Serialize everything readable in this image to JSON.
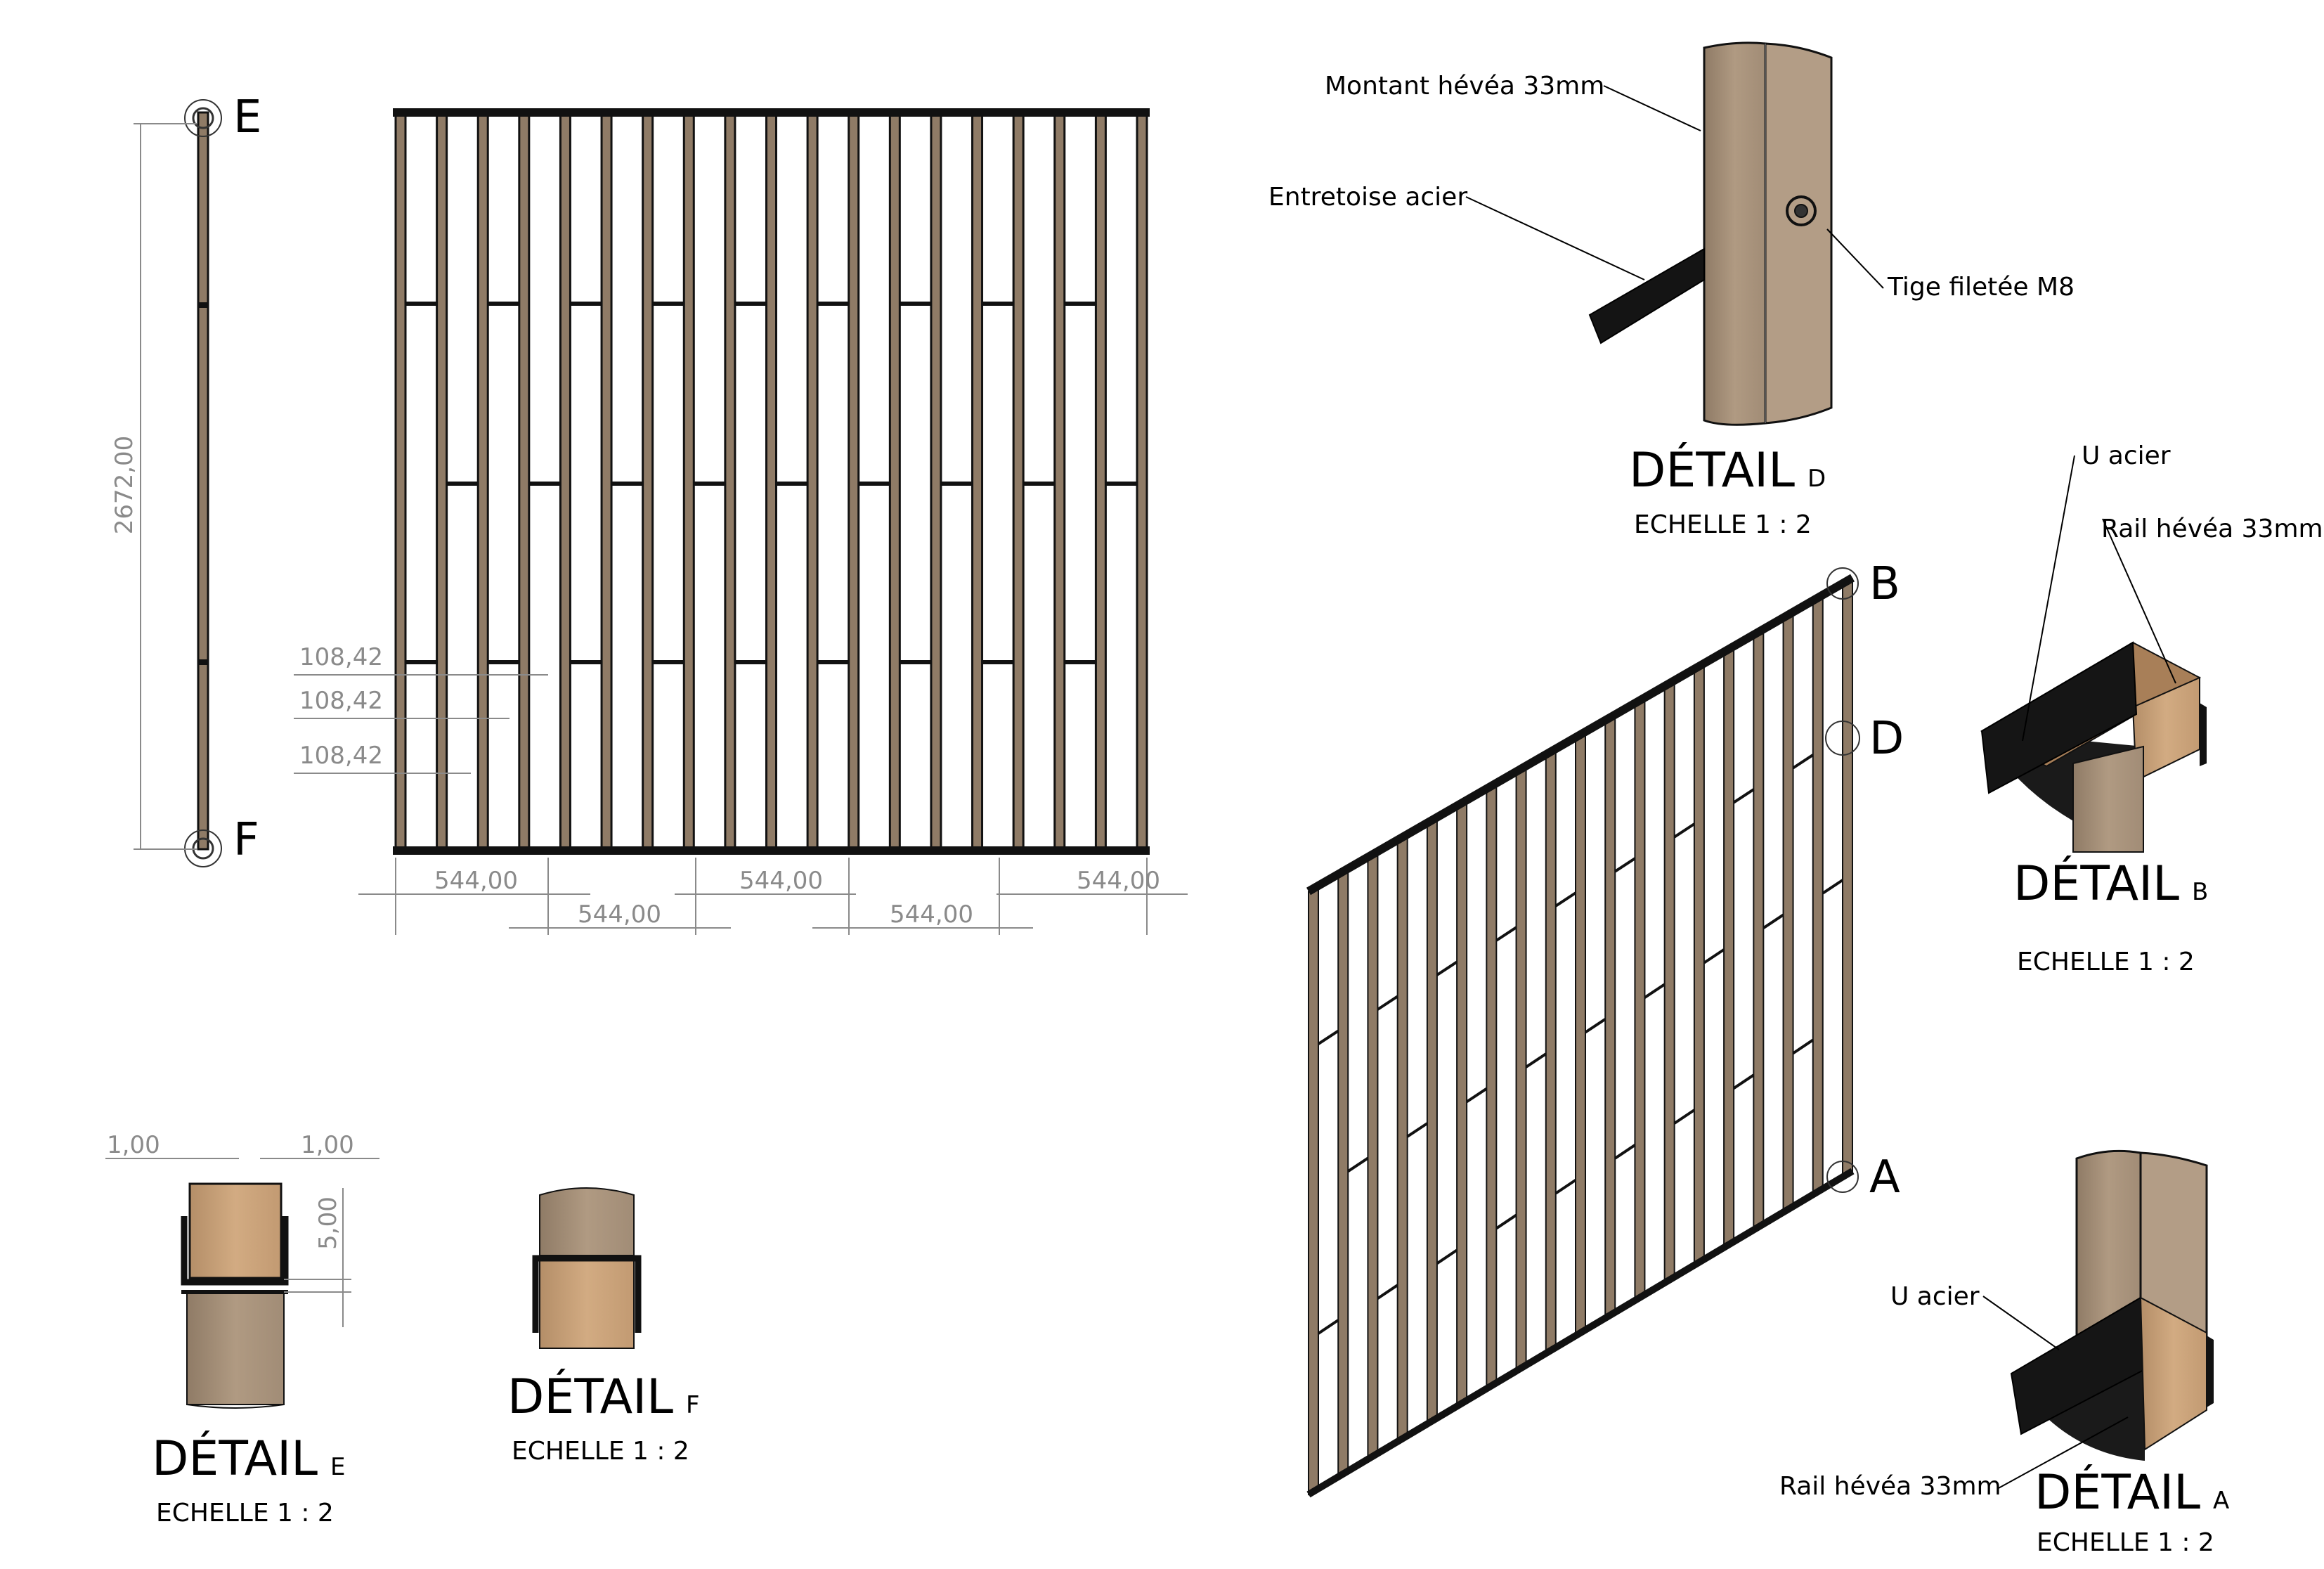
{
  "colors": {
    "wood": "#c9a27a",
    "wood_dark": "#a68d73",
    "wood_light": "#dcc0a2",
    "steel": "#111111",
    "dimension": "#8a8a8a"
  },
  "side_view": {
    "height_dim": "2672,00",
    "top_ref": "E",
    "bottom_ref": "F"
  },
  "front_view": {
    "post_count": 19,
    "spacer_dims": [
      "108,42",
      "108,42",
      "108,42"
    ],
    "bottom_dims": [
      "544,00",
      "544,00",
      "544,00"
    ],
    "bottom_dims_offset": [
      "544,00",
      "544,00"
    ]
  },
  "detail_d": {
    "labels": {
      "post": "Montant hévéa 33mm",
      "spacer": "Entretoise acier",
      "rod": "Tige filetée M8"
    },
    "title": "DÉTAIL",
    "letter": "D",
    "scale": "ECHELLE  1 : 2"
  },
  "detail_b": {
    "labels": {
      "channel": "U acier",
      "rail": "Rail hévéa 33mm"
    },
    "title": "DÉTAIL",
    "letter": "B",
    "scale": "ECHELLE  1 : 2"
  },
  "detail_a": {
    "labels": {
      "channel": "U acier",
      "rail": "Rail hévéa 33mm"
    },
    "title": "DÉTAIL",
    "letter": "A",
    "scale": "ECHELLE  1 : 2"
  },
  "detail_e": {
    "dims": {
      "left": "1,00",
      "right": "1,00",
      "height": "5,00"
    },
    "title": "DÉTAIL",
    "letter": "E",
    "scale": "ECHELLE  1 : 2"
  },
  "detail_f": {
    "title": "DÉTAIL",
    "letter": "F",
    "scale": "ECHELLE  1 : 2"
  },
  "iso_view": {
    "refs": {
      "b": "B",
      "d": "D",
      "a": "A"
    },
    "post_count": 19
  }
}
